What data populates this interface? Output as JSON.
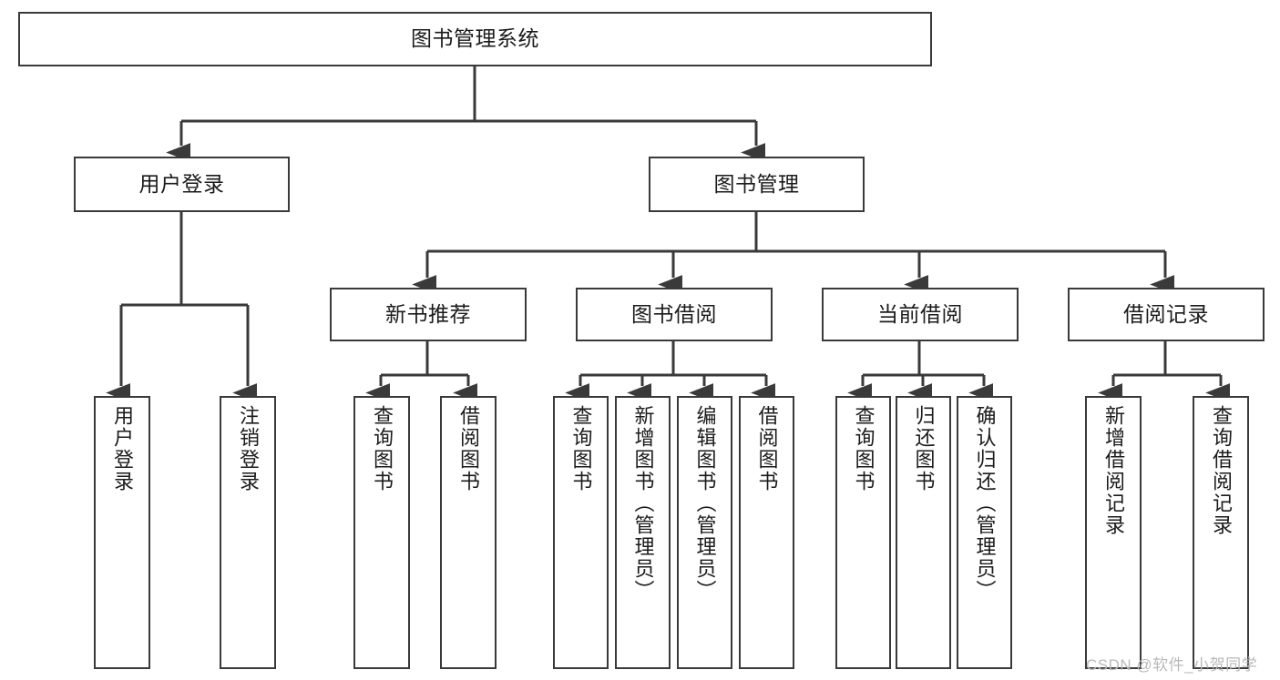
{
  "diagram": {
    "title": "图书管理系统",
    "root": {
      "label": "图书管理系统"
    },
    "tier2": [
      {
        "label": "用户登录"
      },
      {
        "label": "图书管理"
      }
    ],
    "tier3": [
      {
        "label": "新书推荐"
      },
      {
        "label": "图书借阅"
      },
      {
        "label": "当前借阅"
      },
      {
        "label": "借阅记录"
      }
    ],
    "leaves": {
      "user_login": [
        {
          "label": "用户登录"
        },
        {
          "label": "注销登录"
        }
      ],
      "new_book_recommend": [
        {
          "label": "查询图书"
        },
        {
          "label": "借阅图书"
        }
      ],
      "book_borrow": [
        {
          "label": "查询图书"
        },
        {
          "label": "新增图书（管理员）"
        },
        {
          "label": "编辑图书（管理员）"
        },
        {
          "label": "借阅图书"
        }
      ],
      "current_borrow": [
        {
          "label": "查询图书"
        },
        {
          "label": "归还图书"
        },
        {
          "label": "确认归还（管理员）"
        }
      ],
      "borrow_record": [
        {
          "label": "新增借阅记录"
        },
        {
          "label": "查询借阅记录"
        }
      ]
    }
  },
  "watermark": {
    "text": "CSDN @软件_小贺同学"
  },
  "colors": {
    "border": "#3a3a3a",
    "edge": "#3a3a3a",
    "text": "#1b1b1b",
    "background": "#ffffff",
    "watermark": "#b9b9b9"
  }
}
